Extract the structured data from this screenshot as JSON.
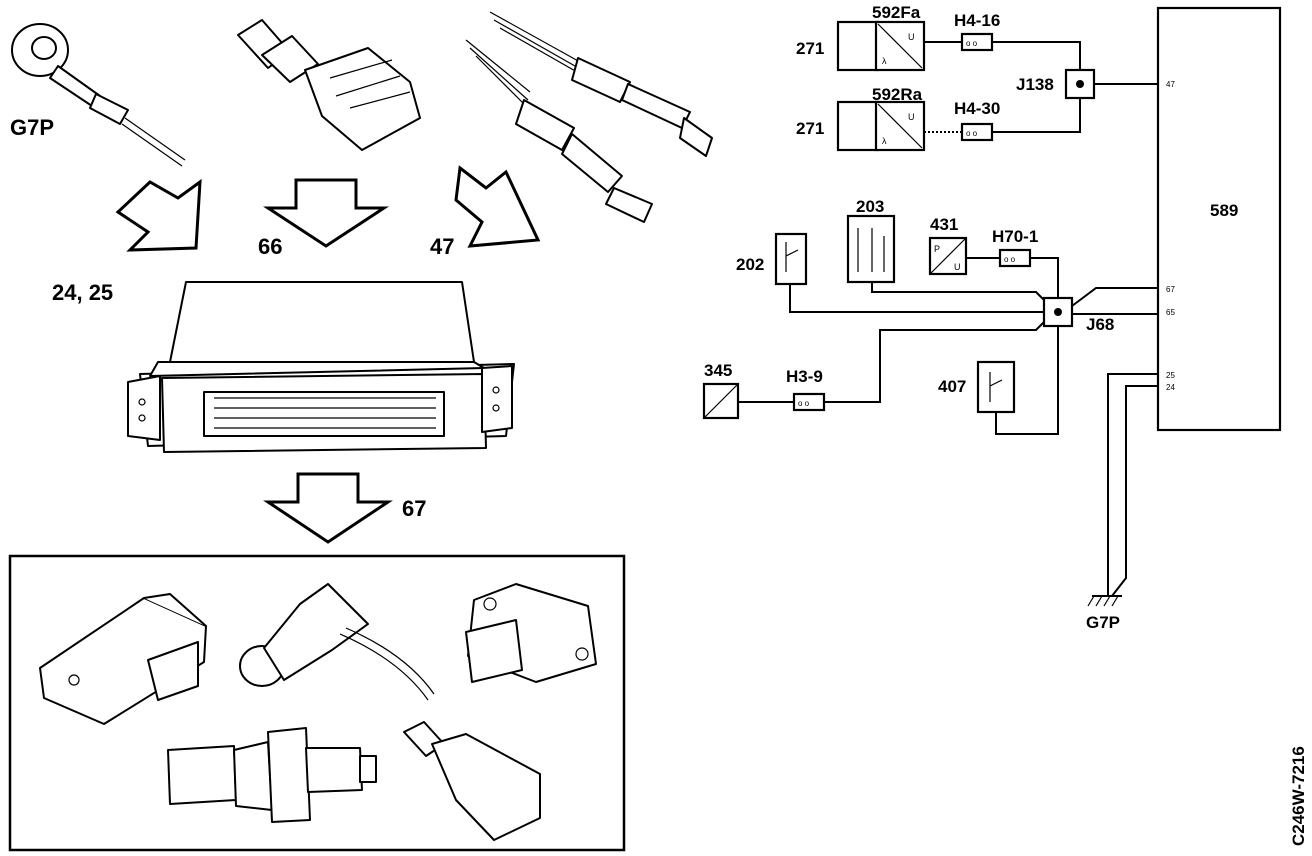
{
  "left_panel": {
    "labels": {
      "g7p": "G7P",
      "in_left": "24, 25",
      "in_mid": "66",
      "in_right": "47",
      "out": "67"
    }
  },
  "schematic": {
    "ecu": "589",
    "sensor_271_a": "271",
    "sensor_271_b": "271",
    "sensor_592fa": "592Fa",
    "sensor_592ra": "592Ra",
    "conn_h4_16": "H4-16",
    "conn_h4_30": "H4-30",
    "junction_j138": "J138",
    "junction_j68": "J68",
    "comp_202": "202",
    "comp_203": "203",
    "comp_431": "431",
    "conn_h70_1": "H70-1",
    "comp_345": "345",
    "conn_h3_9": "H3-9",
    "comp_407": "407",
    "ground": "G7P",
    "pins": {
      "p47": "47",
      "p67": "67",
      "p65": "65",
      "p25": "25",
      "p24": "24"
    },
    "symbols": {
      "u": "U",
      "lambda": "λ"
    }
  },
  "figure_code": "C246W-7216"
}
